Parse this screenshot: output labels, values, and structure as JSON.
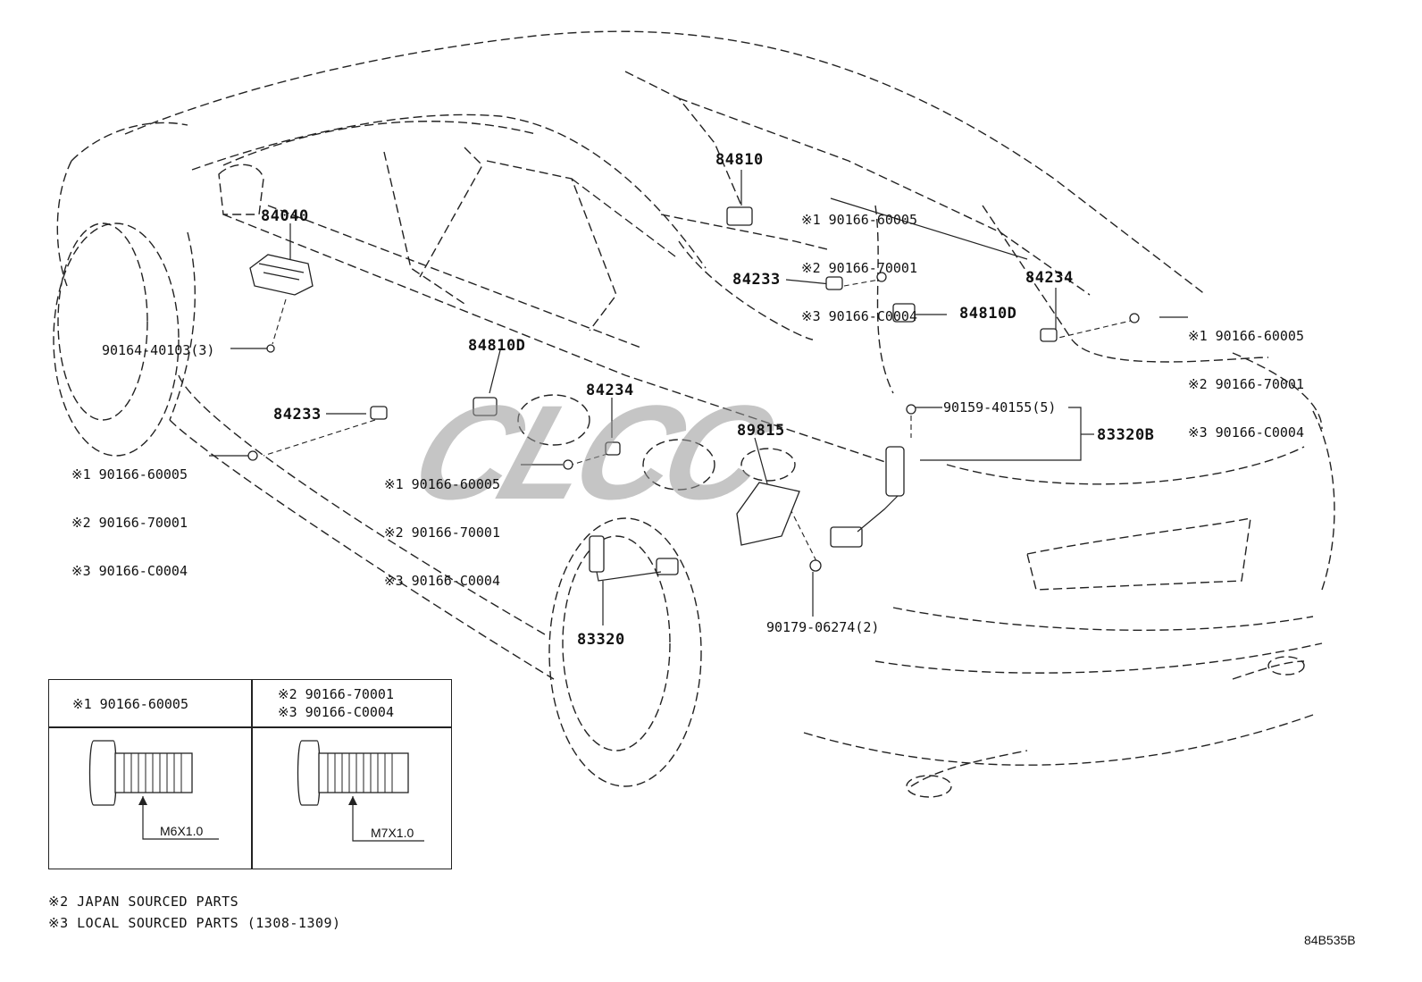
{
  "parts": {
    "p84810": "84810",
    "p84040": "84040",
    "p84233_upper": "84233",
    "p84234_upper": "84234",
    "p84810D_upper": "84810D",
    "p84810D_lower": "84810D",
    "p84234_lower": "84234",
    "p84233_lower": "84233",
    "p89815": "89815",
    "p83320B": "83320B",
    "p83320": "83320",
    "screw_90164": "90164-40103(3)",
    "screw_90159": "90159-40155(5)",
    "screw_90179": "90179-06274(2)"
  },
  "screw_groups": {
    "top_center": [
      "※1 90166-60005",
      "※2 90166-70001",
      "※3 90166-C0004"
    ],
    "right": [
      "※1 90166-60005",
      "※2 90166-70001",
      "※3 90166-C0004"
    ],
    "left": [
      "※1 90166-60005",
      "※2 90166-70001",
      "※3 90166-C0004"
    ],
    "middle": [
      "※1 90166-60005",
      "※2 90166-70001",
      "※3 90166-C0004"
    ]
  },
  "legend_table": {
    "col1_header": "※1 90166-60005",
    "col2_header_line1": "※2 90166-70001",
    "col2_header_line2": "※3 90166-C0004",
    "col1_dim": "M6X1.0",
    "col2_dim": "M7X1.0"
  },
  "notes": {
    "note2": "※2 JAPAN SOURCED PARTS",
    "note3": "※3 LOCAL SOURCED PARTS (1308-1309)"
  },
  "figure_code": "84B535B"
}
